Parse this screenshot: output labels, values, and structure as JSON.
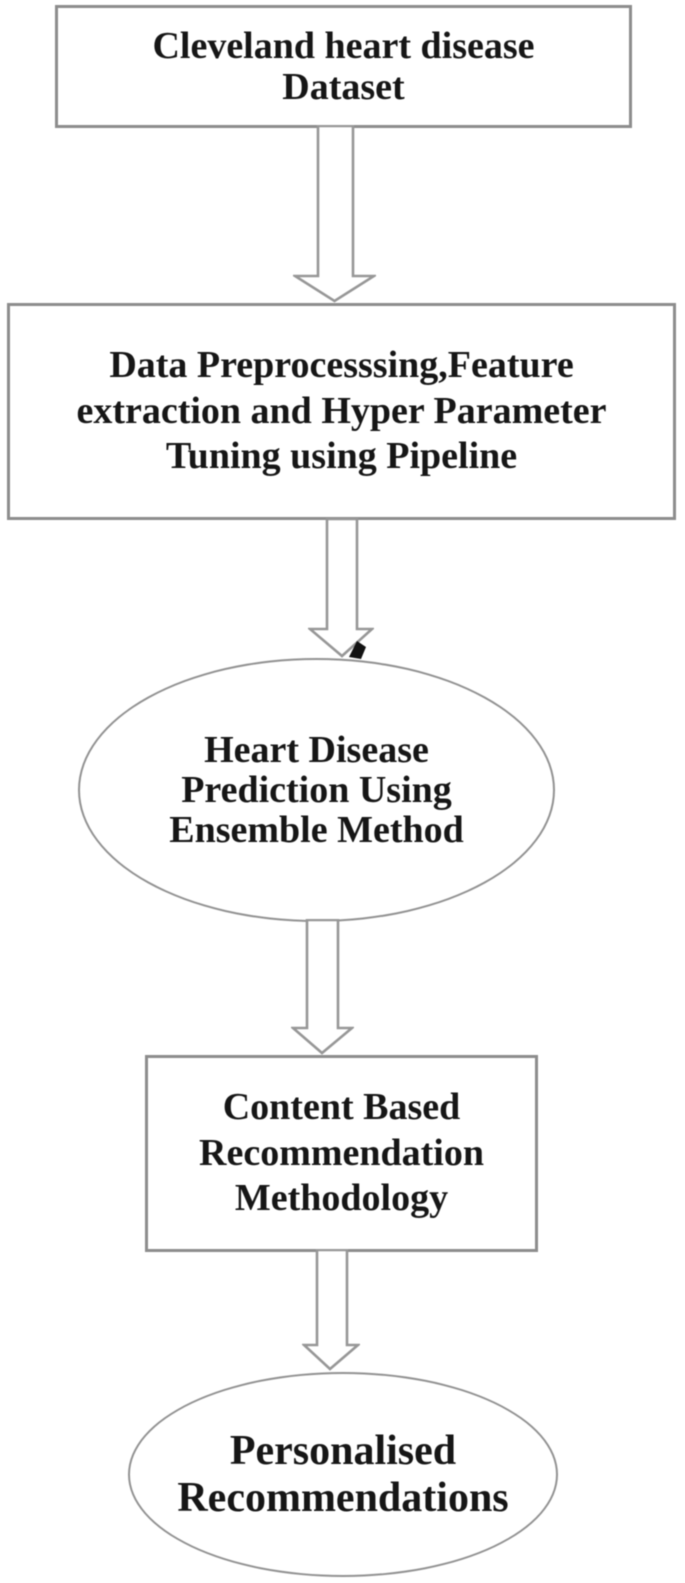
{
  "diagram": {
    "type": "flowchart",
    "direction": "top-down",
    "background_color": "#ffffff",
    "shape_border_color": "#8d8d8d",
    "arrow_outline_color": "#979797",
    "text_color": "#161616",
    "nodes": {
      "dataset": {
        "shape": "rectangle",
        "line1": "Cleveland heart disease",
        "line2": "Dataset"
      },
      "preprocessing": {
        "shape": "rectangle",
        "line1": "Data Preprocesssing,Feature",
        "line2": "extraction and Hyper Parameter",
        "line3": "Tuning using Pipeline"
      },
      "prediction": {
        "shape": "ellipse",
        "line1": "Heart Disease",
        "line2": "Prediction Using",
        "line3": "Ensemble Method"
      },
      "recommendation": {
        "shape": "rectangle",
        "line1": "Content Based",
        "line2": "Recommendation",
        "line3": "Methodology"
      },
      "output": {
        "shape": "ellipse",
        "line1": "Personalised",
        "line2": "Recommendations"
      }
    },
    "edges": [
      {
        "from": "dataset",
        "to": "preprocessing",
        "style": "hollow-block-arrow-down"
      },
      {
        "from": "preprocessing",
        "to": "prediction",
        "style": "hollow-block-arrow-down"
      },
      {
        "from": "prediction",
        "to": "recommendation",
        "style": "hollow-block-arrow-down"
      },
      {
        "from": "recommendation",
        "to": "output",
        "style": "hollow-block-arrow-down"
      }
    ]
  }
}
